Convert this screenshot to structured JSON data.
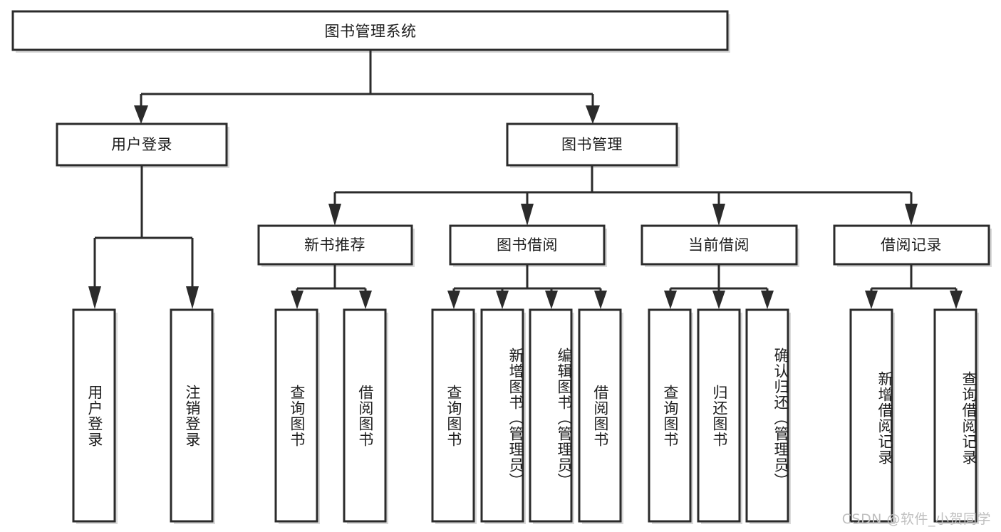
{
  "diagram": {
    "title": "图书管理系统",
    "type": "tree",
    "watermark": "CSDN @软件_小贺同学",
    "colors": {
      "stroke": "#2b2b2b",
      "text": "#1d1d1d",
      "background": "#ffffff",
      "shadow": "#b9b9b9",
      "watermark": "#bfbfbf"
    },
    "root": {
      "id": "root",
      "label": "图书管理系统"
    },
    "level2": [
      {
        "id": "user-login",
        "label": "用户登录"
      },
      {
        "id": "book-manage",
        "label": "图书管理"
      }
    ],
    "level3": [
      {
        "id": "new-book-recommend",
        "label": "新书推荐"
      },
      {
        "id": "book-borrow",
        "label": "图书借阅"
      },
      {
        "id": "current-borrow",
        "label": "当前借阅"
      },
      {
        "id": "borrow-record",
        "label": "借阅记录"
      }
    ],
    "leaves": {
      "user-login": [
        {
          "id": "leaf-user-login",
          "label": "用户登录"
        },
        {
          "id": "leaf-user-logout",
          "label": "注销登录"
        }
      ],
      "new-book-recommend": [
        {
          "id": "leaf-query-book-1",
          "label": "查询图书"
        },
        {
          "id": "leaf-borrow-book-1",
          "label": "借阅图书"
        }
      ],
      "book-borrow": [
        {
          "id": "leaf-query-book-2",
          "label": "查询图书"
        },
        {
          "id": "leaf-add-book",
          "label": "新增图书（管理员）"
        },
        {
          "id": "leaf-edit-book",
          "label": "编辑图书（管理员）"
        },
        {
          "id": "leaf-borrow-book-2",
          "label": "借阅图书"
        }
      ],
      "current-borrow": [
        {
          "id": "leaf-query-book-3",
          "label": "查询图书"
        },
        {
          "id": "leaf-return-book",
          "label": "归还图书"
        },
        {
          "id": "leaf-confirm-return",
          "label": "确认归还（管理员）"
        }
      ],
      "borrow-record": [
        {
          "id": "leaf-add-record",
          "label": "新增借阅记录"
        },
        {
          "id": "leaf-query-record",
          "label": "查询借阅记录"
        }
      ]
    }
  }
}
